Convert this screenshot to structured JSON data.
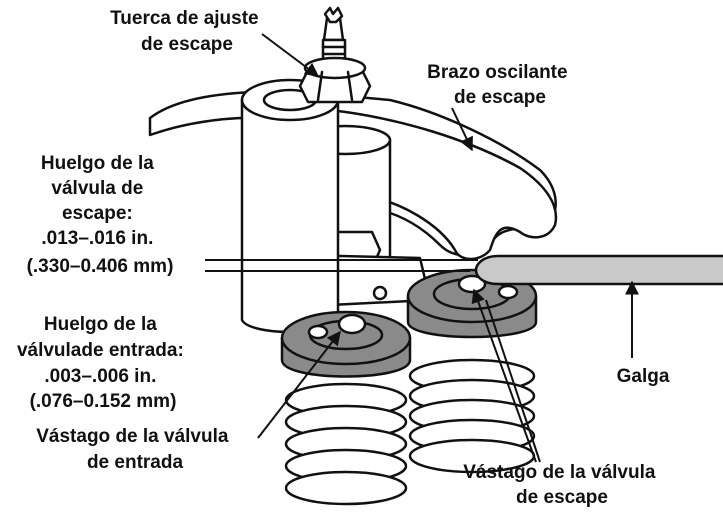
{
  "labels": {
    "exhaust_adjust_nut": [
      "Tuerca de ajuste",
      "de escape"
    ],
    "exhaust_rocker_arm": [
      "Brazo oscilante",
      "de escape"
    ],
    "exhaust_clearance": [
      "Huelgo de la",
      "válvula de",
      "escape:",
      ".013–.016 in.",
      "(.330–0.406 mm)"
    ],
    "intake_clearance": [
      "Huelgo de la",
      "válvulade entrada:",
      ".003–.006 in.",
      "(.076–0.152 mm)"
    ],
    "intake_valve_stem": [
      "Vástago de la válvula",
      "de entrada"
    ],
    "exhaust_valve_stem": [
      "Vástago de la válvula",
      "de escape"
    ],
    "feeler_gauge": "Galga"
  },
  "colors": {
    "ink": "#111111",
    "retainer_gray": "#8a8a8a",
    "gauge_gray": "#c9c9c9",
    "background": "#ffffff"
  }
}
